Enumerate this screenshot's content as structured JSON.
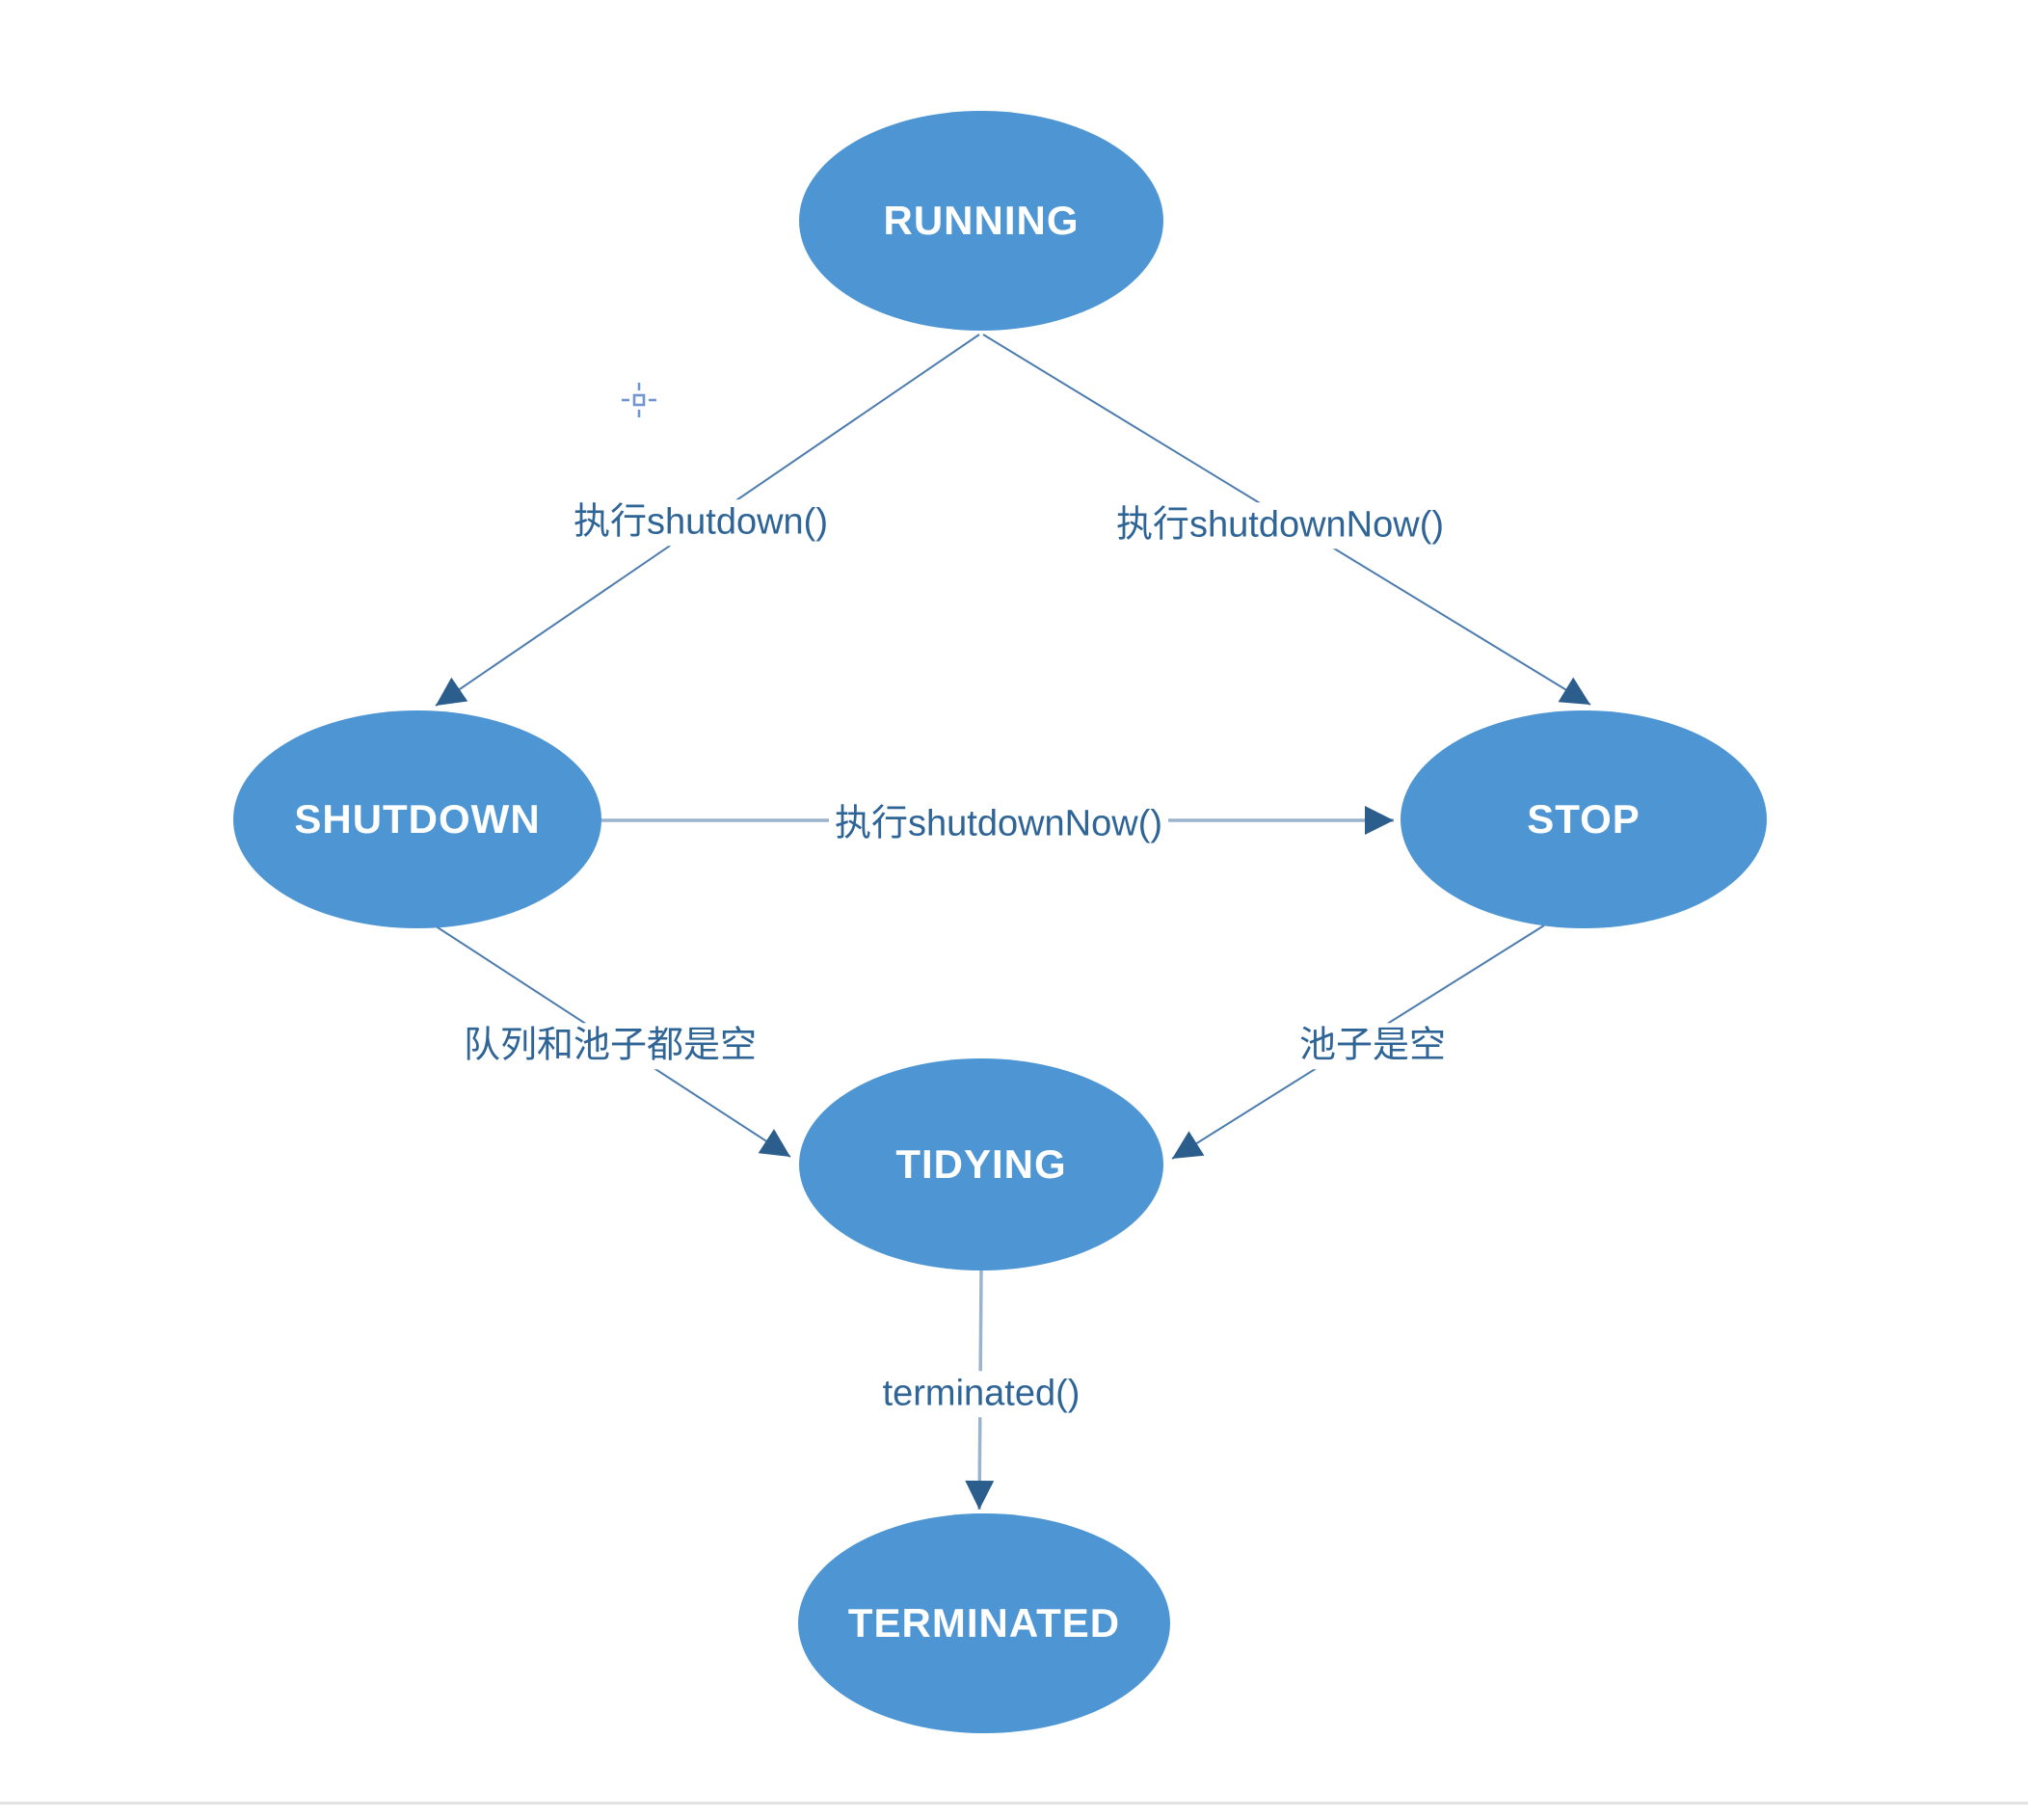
{
  "diagram": {
    "type": "state-diagram",
    "nodes": [
      {
        "id": "running",
        "label": "RUNNING"
      },
      {
        "id": "shutdown",
        "label": "SHUTDOWN"
      },
      {
        "id": "stop",
        "label": "STOP"
      },
      {
        "id": "tidying",
        "label": "TIDYING"
      },
      {
        "id": "terminated",
        "label": "TERMINATED"
      }
    ],
    "edges": [
      {
        "from": "RUNNING",
        "to": "SHUTDOWN",
        "label": "执行shutdown()"
      },
      {
        "from": "RUNNING",
        "to": "STOP",
        "label": "执行shutdownNow()"
      },
      {
        "from": "SHUTDOWN",
        "to": "STOP",
        "label": "执行shutdownNow()"
      },
      {
        "from": "SHUTDOWN",
        "to": "TIDYING",
        "label": "队列和池子都是空"
      },
      {
        "from": "STOP",
        "to": "TIDYING",
        "label": "池子是空"
      },
      {
        "from": "TIDYING",
        "to": "TERMINATED",
        "label": "terminated()"
      }
    ],
    "icons": [
      {
        "name": "crosshair-icon"
      }
    ],
    "colors": {
      "node_fill": "#4e96d3",
      "node_text": "#ffffff",
      "edge_label_text": "#2e6496",
      "connector_light": "#9ab4cd",
      "connector_dark": "#4d7cae",
      "arrowhead": "#2b5d8d",
      "crosshair": "#7295d2",
      "divider": "#e2e2e2"
    }
  }
}
